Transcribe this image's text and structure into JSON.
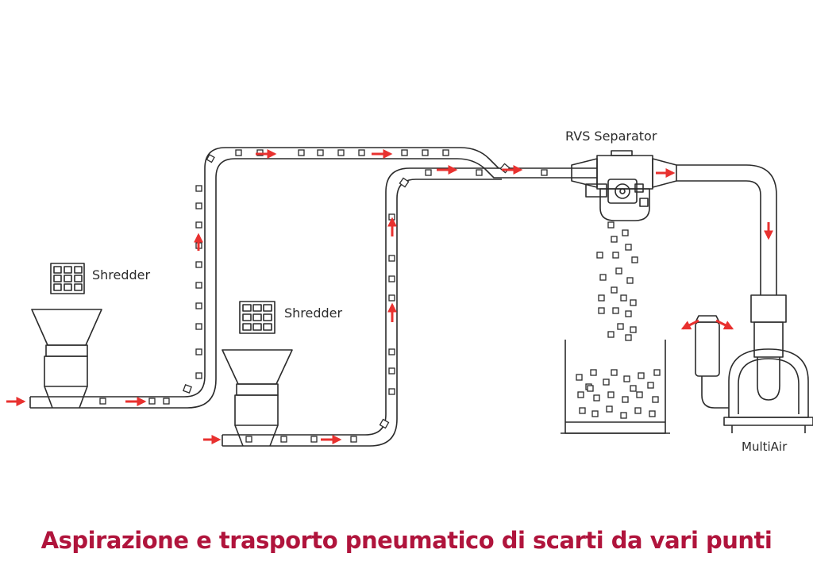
{
  "labels": {
    "shredder_1": "Shredder",
    "shredder_2": "Shredder",
    "separator": "RVS Separator",
    "multiair": "MultiAir"
  },
  "caption": "Aspirazione e trasporto pneumatico di scarti da vari punti",
  "colors": {
    "line": "#2b2b2b",
    "arrow": "#e8312f",
    "caption": "#b0143c"
  }
}
